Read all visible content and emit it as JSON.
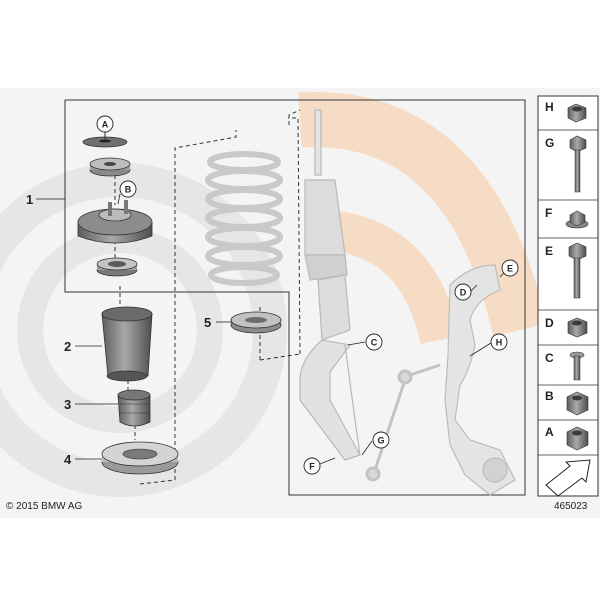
{
  "diagram": {
    "part_numbers": {
      "p1": "1",
      "p2": "2",
      "p3": "3",
      "p4": "4",
      "p5": "5"
    },
    "callouts": {
      "a": "A",
      "b": "B",
      "c": "C",
      "d": "D",
      "e": "E",
      "f": "F",
      "g": "G",
      "h": "H"
    },
    "legend": [
      "H",
      "G",
      "F",
      "E",
      "D",
      "C",
      "B",
      "A"
    ],
    "copyright": "© 2015 BMW AG",
    "drawing_number": "465023"
  },
  "colors": {
    "watermark_grey": "#e8e8e8",
    "watermark_orange": "#f6dcc4",
    "part_dark": "#7a7a7a",
    "part_light": "#d6d6d6",
    "frame": "#333333"
  }
}
